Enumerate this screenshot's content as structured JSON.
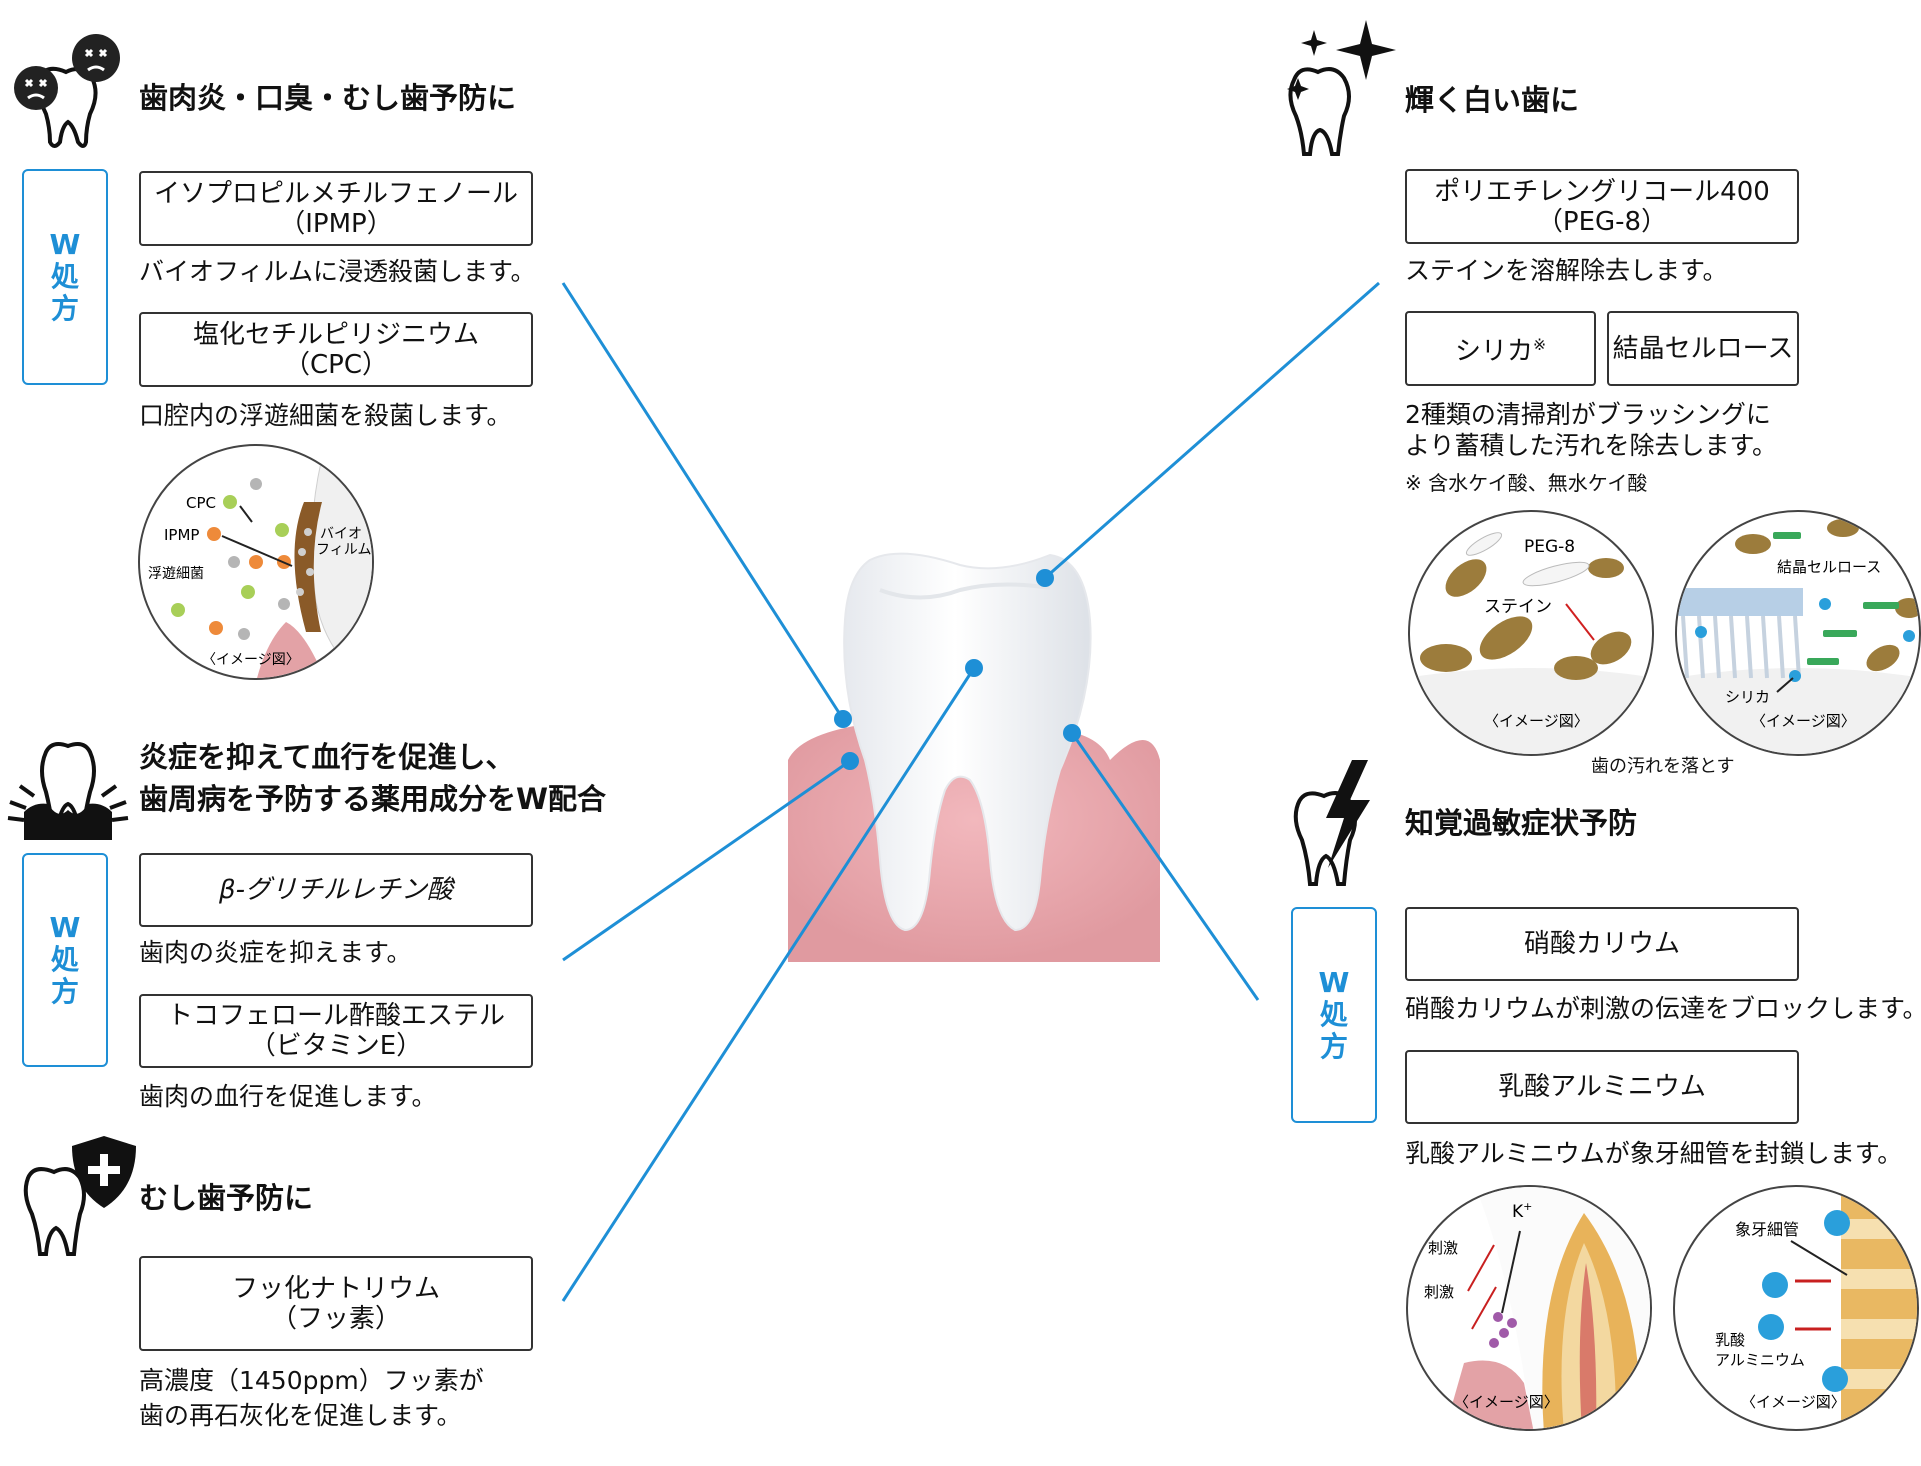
{
  "w_label": [
    "W",
    "処",
    "方"
  ],
  "left": {
    "gum": {
      "heading": "歯肉炎・口臭・むし歯予防に",
      "ing1": {
        "name": "イソプロピルメチルフェノール",
        "sub": "（IPMP）",
        "desc": "バイオフィルムに浸透殺菌します。"
      },
      "ing2": {
        "name": "塩化セチルピリジニウム",
        "sub": "（CPC）",
        "desc": "口腔内の浮遊細菌を殺菌します。"
      },
      "illus": {
        "cpc": "CPC",
        "ipmp": "IPMP",
        "float": "浮遊細菌",
        "bio1": "バイオ",
        "bio2": "フィルム",
        "caption": "〈イメージ図〉"
      }
    },
    "inflam": {
      "heading1": "炎症を抑えて血行を促進し、",
      "heading2": "歯周病を予防する薬用成分をW配合",
      "ing1": {
        "name": "β-グリチルレチン酸",
        "desc": "歯肉の炎症を抑えます。"
      },
      "ing2": {
        "name": "トコフェロール酢酸エステル",
        "sub": "（ビタミンE）",
        "desc": "歯肉の血行を促進します。"
      }
    },
    "cavity": {
      "heading": "むし歯予防に",
      "ing": {
        "name": "フッ化ナトリウム",
        "sub": "（フッ素）"
      },
      "desc1": "高濃度（1450ppm）フッ素が",
      "desc2": "歯の再石灰化を促進します。"
    }
  },
  "right": {
    "white": {
      "heading": "輝く白い歯に",
      "ing1": {
        "name": "ポリエチレングリコール400",
        "sub": "（PEG-8）",
        "desc": "ステインを溶解除去します。"
      },
      "silica": "シリカ",
      "silica_mark": "※",
      "cellulose": "結晶セルロース",
      "desc1": "2種類の清掃剤がブラッシングに",
      "desc2": "より蓄積した汚れを除去します。",
      "note": "※ 含水ケイ酸、無水ケイ酸",
      "illus1": {
        "peg": "PEG-8",
        "stain": "ステイン",
        "caption": "〈イメージ図〉"
      },
      "illus2": {
        "cellulose": "結晶セルロース",
        "silica": "シリカ",
        "caption": "〈イメージ図〉"
      },
      "illus_caption": "歯の汚れを落とす"
    },
    "sensitive": {
      "heading": "知覚過敏症状予防",
      "ing1": {
        "name": "硝酸カリウム",
        "desc": "硝酸カリウムが刺激の伝達をブロックします。"
      },
      "ing2": {
        "name": "乳酸アルミニウム",
        "desc": "乳酸アルミニウムが象牙細管を封鎖します。"
      },
      "illus1": {
        "k": "K",
        "k_sup": "+",
        "stim1": "刺激",
        "stim2": "刺激",
        "caption": "〈イメージ図〉"
      },
      "illus2": {
        "dentin": "象牙細管",
        "al1": "乳酸",
        "al2": "アルミニウム",
        "caption": "〈イメージ図〉"
      }
    }
  },
  "colors": {
    "accent": "#1e8fd6",
    "gum": "#e3a2a6",
    "dirt": "#9c7c3c"
  }
}
